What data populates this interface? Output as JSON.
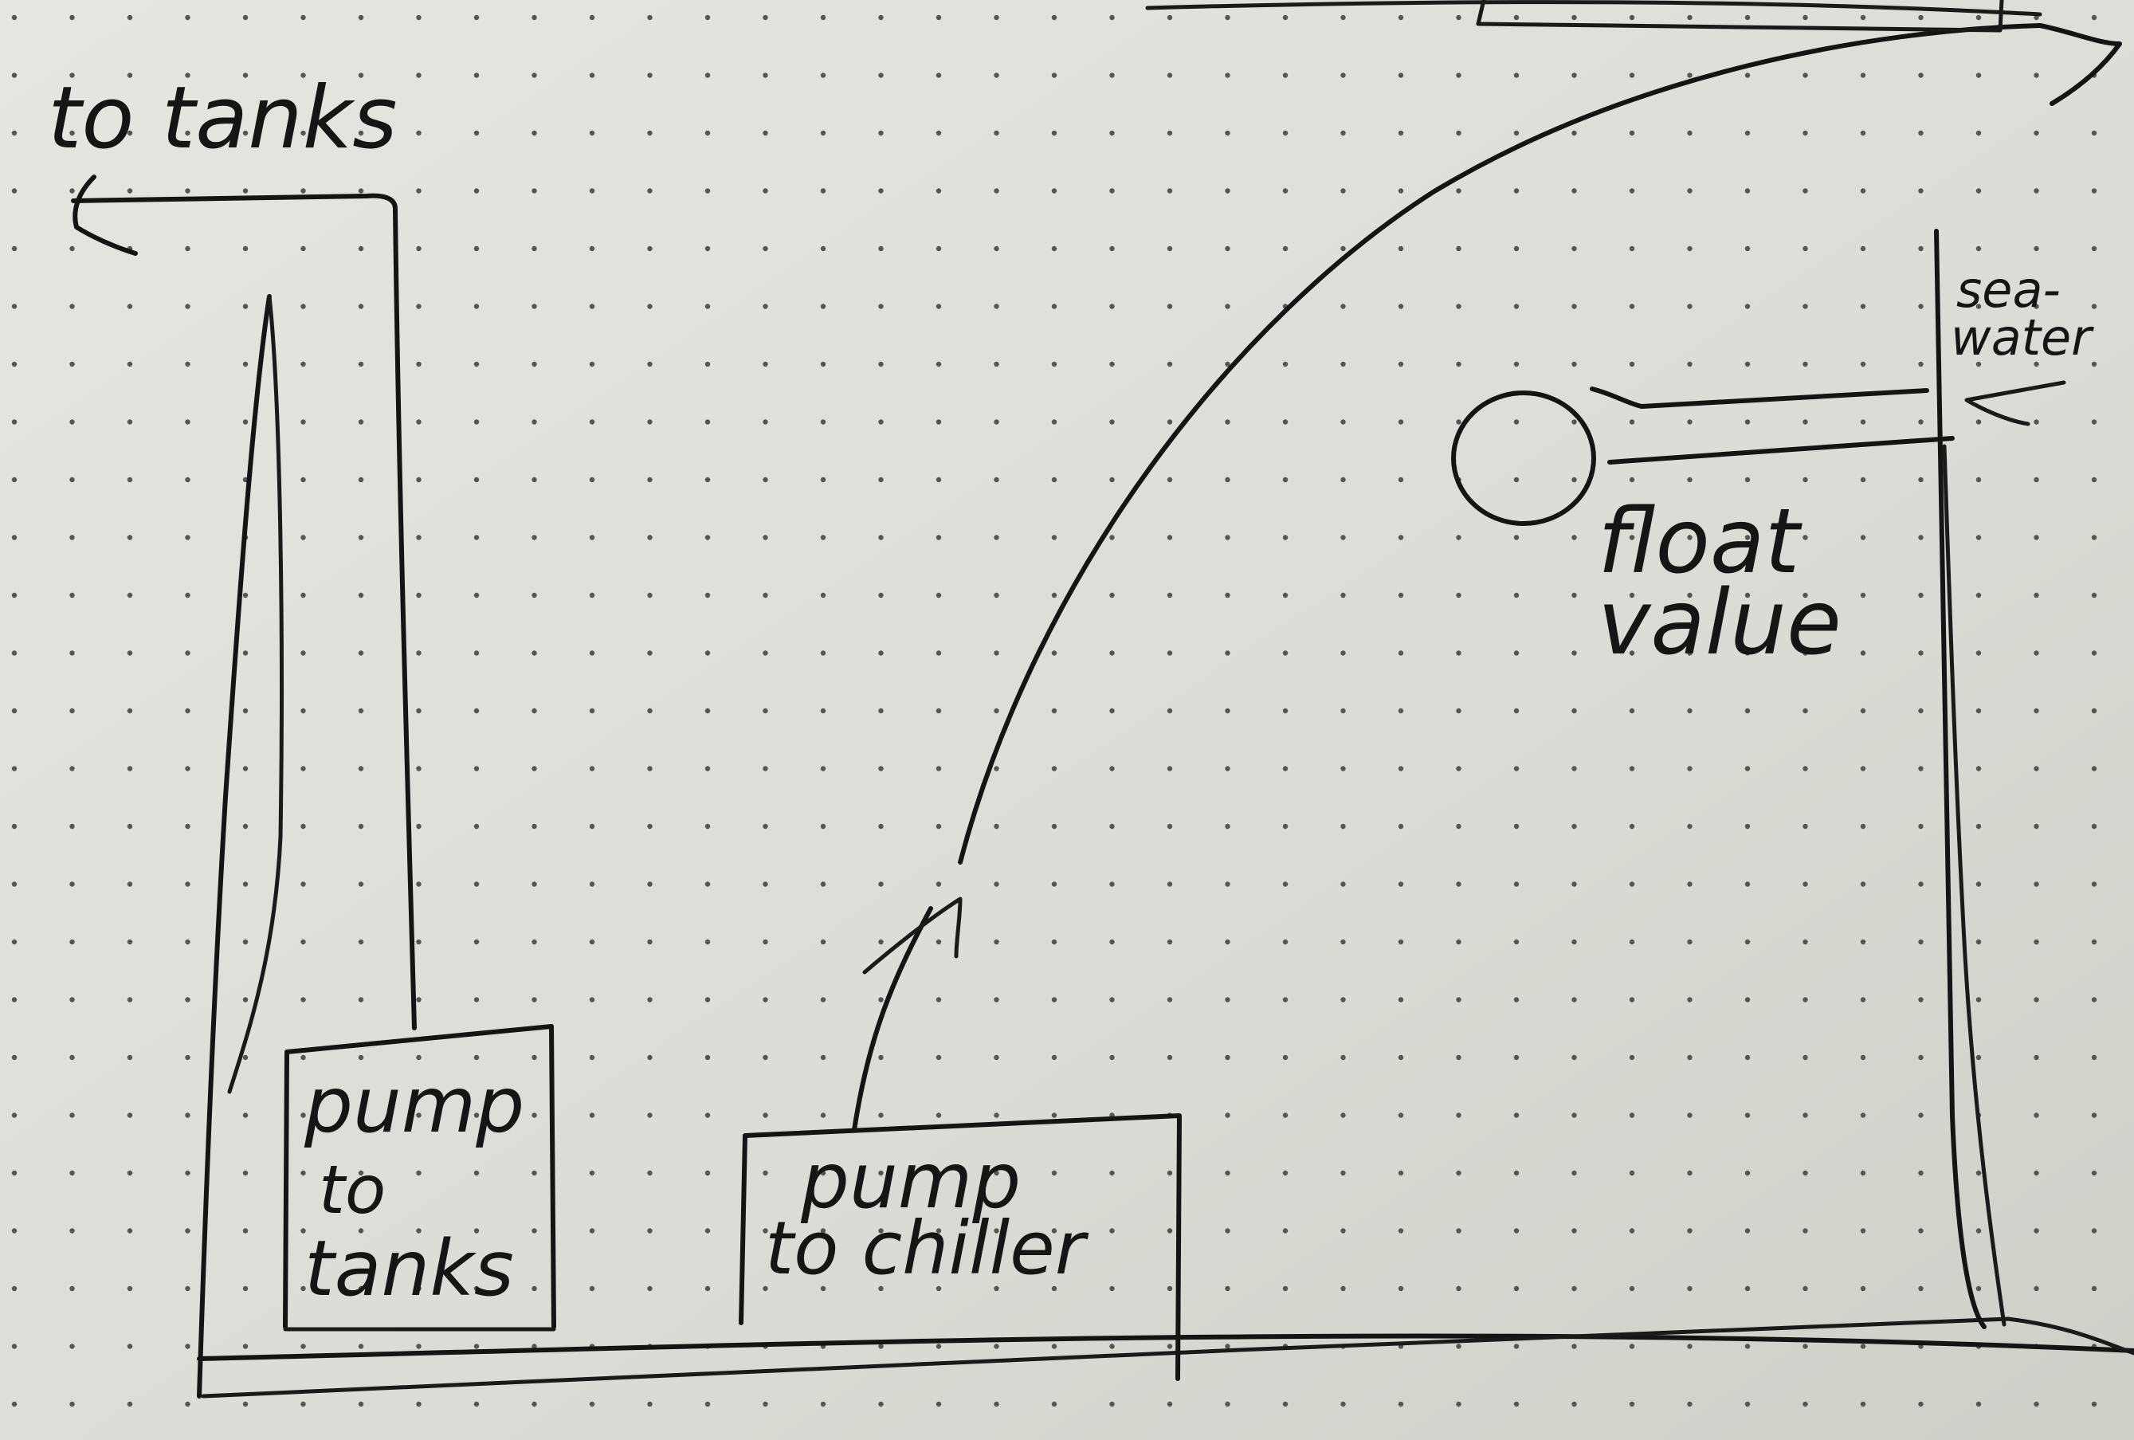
{
  "labels": {
    "to_tanks": "to tanks",
    "pump_to_tanks": [
      "pump",
      "to",
      "tanks"
    ],
    "pump_to_chiller": [
      "pump",
      "to chiller"
    ],
    "float_valve": [
      "float",
      "value"
    ],
    "seawater": [
      "sea-",
      "water"
    ]
  },
  "colors": {
    "paper": "#dcdcd6",
    "ink": "#141414",
    "dot": "#555555"
  }
}
